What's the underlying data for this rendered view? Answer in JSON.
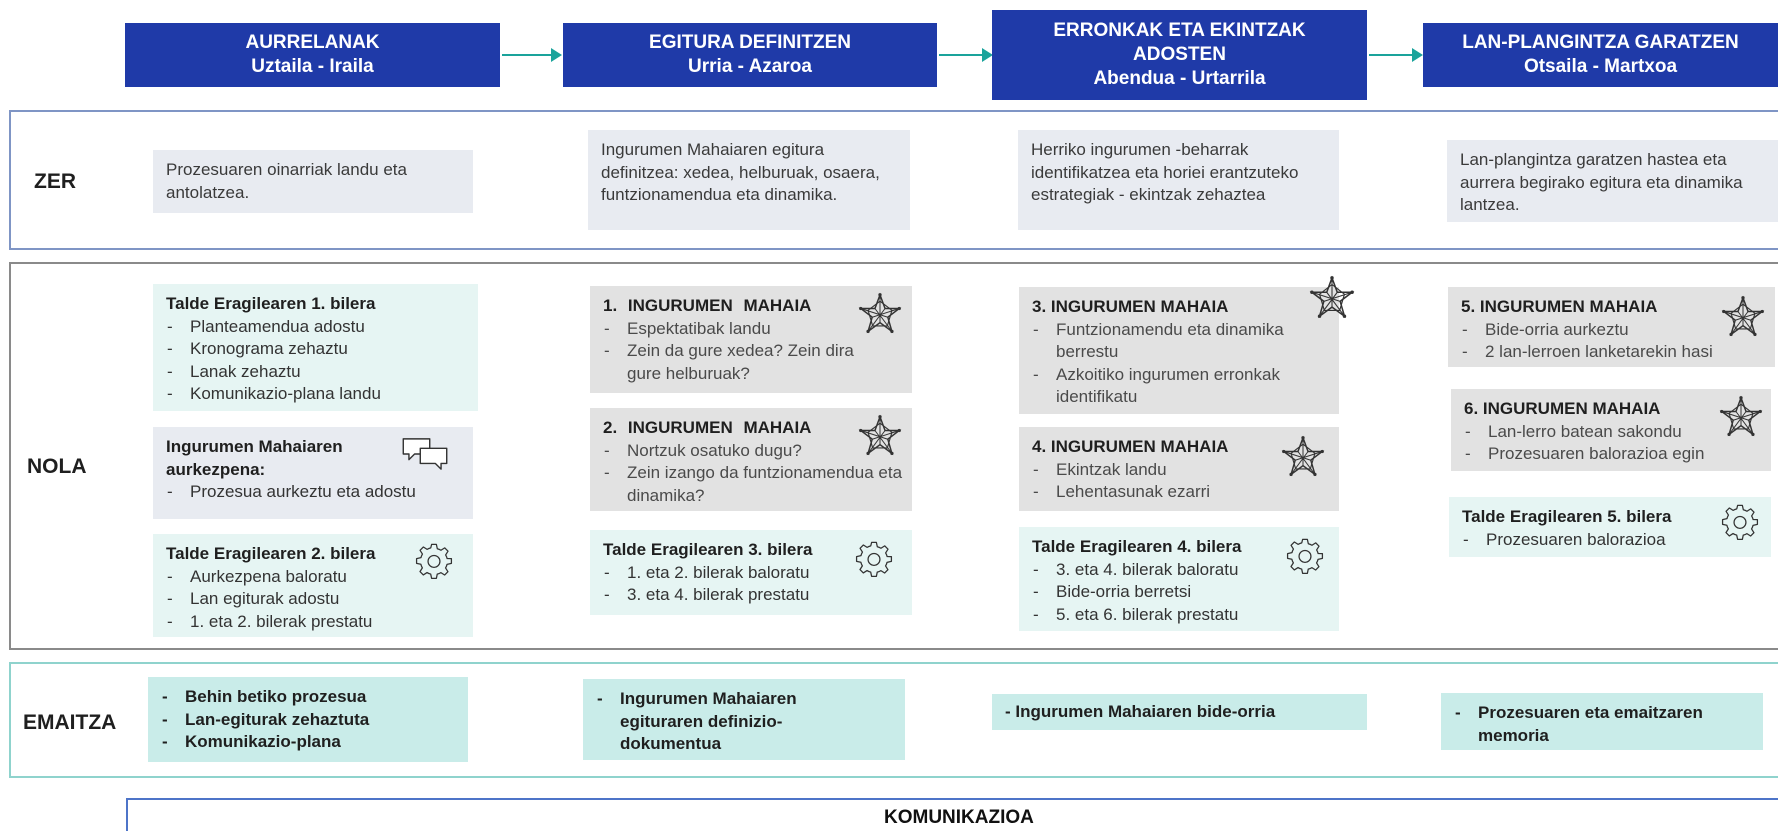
{
  "phases": [
    {
      "title": "AURRELANAK",
      "period": "Uztaila - Iraila"
    },
    {
      "title": "EGITURA DEFINITZEN",
      "period": "Urria - Azaroa"
    },
    {
      "title_line1": "ERRONKAK ETA EKINTZAK",
      "title_line2": "ADOSTEN",
      "period": "Abendua - Urtarrila"
    },
    {
      "title": "LAN-PLANGINTZA GARATZEN",
      "period": "Otsaila - Martxoa"
    }
  ],
  "rows": {
    "zer": "ZER",
    "nola": "NOLA",
    "emaitza": "EMAITZA"
  },
  "zer": [
    "Prozesuaren oinarriak landu eta antolatzea.",
    "Ingurumen Mahaiaren egitura definitzea: xedea, helburuak, osaera, funtzionamendua eta dinamika.",
    "Herriko ingurumen -beharrak identifikatzea eta horiei erantzuteko estrategiak - ekintzak zehaztea",
    "Lan-plangintza garatzen hastea eta aurrera begirako egitura eta dinamika lantzea."
  ],
  "nola": {
    "c1_b1": {
      "title": "Talde Eragilearen 1. bilera",
      "items": [
        "Planteamendua adostu",
        "Kronograma zehaztu",
        "Lanak zehaztu",
        "Komunikazio-plana landu"
      ]
    },
    "c1_b2": {
      "title": "Ingurumen Mahaiaren aurkezpena:",
      "items": [
        "Prozesua aurkeztu eta adostu"
      ]
    },
    "c1_b3": {
      "title": "Talde Eragilearen 2. bilera",
      "items": [
        "Aurkezpena baloratu",
        "Lan egiturak adostu",
        "1. eta 2. bilerak prestatu"
      ]
    },
    "c2_b1": {
      "title": "1.   INGURUMEN MAHAIA",
      "items": [
        "Espektatibak landu",
        "Zein da gure xedea? Zein dira gure helburuak?"
      ]
    },
    "c2_b2": {
      "title": "2.   INGURUMEN MAHAIA",
      "items": [
        "Nortzuk osatuko dugu?",
        "Zein izango da funtzionamendua eta dinamika?"
      ]
    },
    "c2_b3": {
      "title": "Talde Eragilearen 3. bilera",
      "items": [
        "1. eta 2. bilerak baloratu",
        "3. eta 4. bilerak prestatu"
      ]
    },
    "c3_b1": {
      "title": "3. INGURUMEN MAHAIA",
      "items": [
        "Funtzionamendu eta dinamika berrestu",
        "Azkoitiko ingurumen erronkak identifikatu"
      ]
    },
    "c3_b2": {
      "title": "4. INGURUMEN MAHAIA",
      "items": [
        "Ekintzak landu",
        "Lehentasunak ezarri"
      ]
    },
    "c3_b3": {
      "title": "Talde Eragilearen 4. bilera",
      "items": [
        "3. eta 4. bilerak baloratu",
        "Bide-orria berretsi",
        "5. eta 6. bilerak prestatu"
      ]
    },
    "c4_b1": {
      "title": "5. INGURUMEN MAHAIA",
      "items": [
        "Bide-orria aurkeztu",
        "2 lan-lerroen lanketarekin hasi"
      ]
    },
    "c4_b2": {
      "title": "6. INGURUMEN MAHAIA",
      "items": [
        "Lan-lerro batean sakondu",
        "Prozesuaren balorazioa egin"
      ]
    },
    "c4_b3": {
      "title": "Talde Eragilearen 5. bilera",
      "items": [
        "Prozesuaren balorazioa"
      ]
    }
  },
  "emaitza": {
    "c1": [
      "Behin betiko prozesua",
      "Lan-egiturak zehaztuta",
      "Komunikazio-plana"
    ],
    "c2": [
      "Ingurumen Mahaiaren egituraren definizio-dokumentua"
    ],
    "c3": "- Ingurumen Mahaiaren bide-orria",
    "c4": [
      "Prozesuaren eta emaitzaren memoria"
    ]
  },
  "komunikazioa": "KOMUNIKAZIOA",
  "colors": {
    "phase": "#1f3aa8",
    "arrow": "#1aa39b",
    "teal_box": "#e6f5f3",
    "grey_box": "#e2e2e2",
    "result_box": "#c9ece9",
    "zer_box": "#e8ebf1"
  },
  "icons": [
    "gear-icon",
    "star-network-icon",
    "speech-bubbles-icon"
  ]
}
